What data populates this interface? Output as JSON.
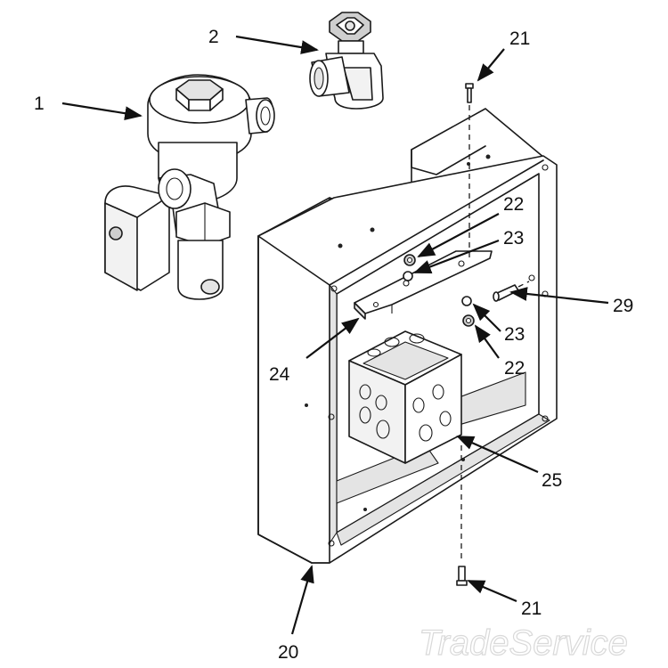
{
  "diagram": {
    "callouts": [
      {
        "id": "1",
        "label": "1"
      },
      {
        "id": "2",
        "label": "2"
      },
      {
        "id": "21_top",
        "label": "21"
      },
      {
        "id": "22_top",
        "label": "22"
      },
      {
        "id": "23_top",
        "label": "23"
      },
      {
        "id": "29",
        "label": "29"
      },
      {
        "id": "24",
        "label": "24"
      },
      {
        "id": "23_bottom",
        "label": "23"
      },
      {
        "id": "22_bottom",
        "label": "22"
      },
      {
        "id": "25",
        "label": "25"
      },
      {
        "id": "21_bottom",
        "label": "21"
      },
      {
        "id": "20",
        "label": "20"
      }
    ],
    "watermark": "TradeService",
    "colors": {
      "line": "#1a1a1a",
      "background": "#ffffff",
      "shade": "#e4e4e4"
    }
  }
}
